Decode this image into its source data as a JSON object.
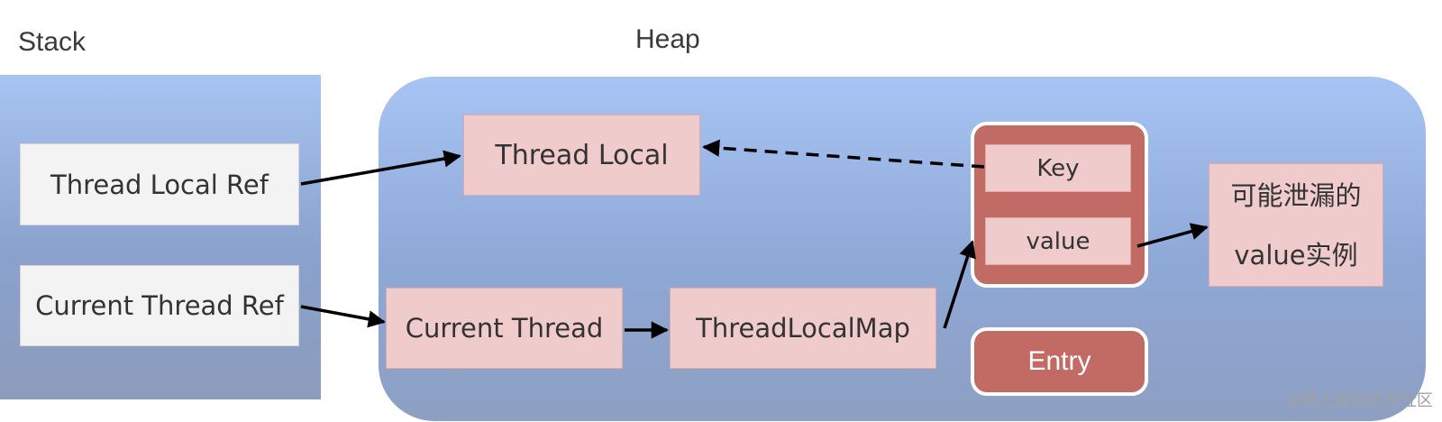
{
  "stack_title": "Stack",
  "heap_title": "Heap",
  "stack": {
    "thread_local_ref": "Thread Local Ref",
    "current_thread_ref": "Current Thread Ref"
  },
  "heap": {
    "thread_local": "Thread Local",
    "current_thread": "Current Thread",
    "thread_local_map": "ThreadLocalMap",
    "entry_key": "Key",
    "entry_value": "value",
    "entry_label": "Entry",
    "leak_line1": "可能泄漏的",
    "leak_line2": "value实例"
  },
  "watermark": "@稀土掘金技术社区",
  "colors": {
    "stack_panel": "#a7c4f2",
    "heap_panel": "#a7c4f4",
    "ref_box": "#f3f3f3",
    "heap_box": "#f0cbcb",
    "entry": "#c26b64",
    "arrow": "#000000"
  }
}
